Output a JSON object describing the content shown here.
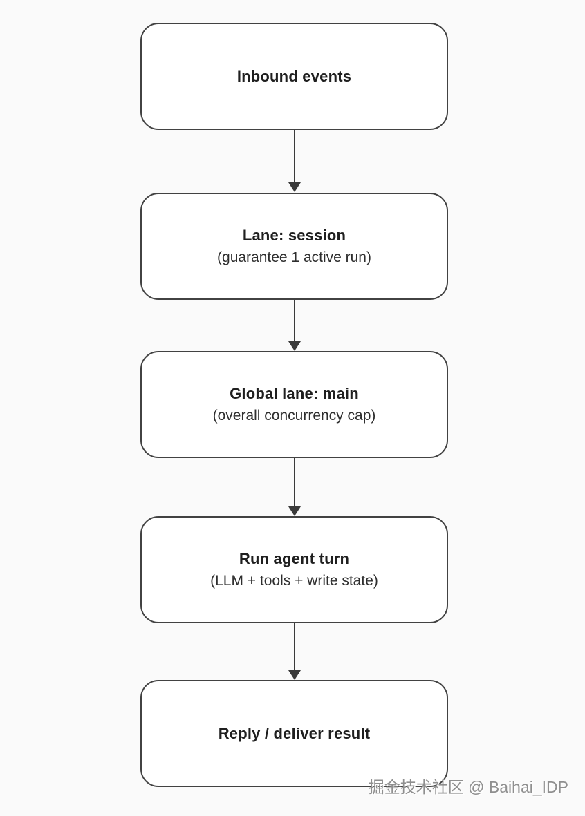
{
  "page": {
    "background_color": "#fafafa"
  },
  "flowchart": {
    "node_fill_color": "#ffffff",
    "node_border_color": "#424242",
    "arrow_color": "#3a3a3a",
    "nodes": [
      {
        "title": "Inbound events",
        "subtitle": ""
      },
      {
        "title": "Lane: session",
        "subtitle": "(guarantee 1 active run)"
      },
      {
        "title": "Global lane: main",
        "subtitle": "(overall concurrency cap)"
      },
      {
        "title": "Run agent turn",
        "subtitle": "(LLM + tools + write state)"
      },
      {
        "title": "Reply / deliver result",
        "subtitle": ""
      }
    ]
  },
  "watermark": {
    "text": "掘金技术社区 @ Baihai_IDP",
    "color": "#8f8f8f"
  }
}
